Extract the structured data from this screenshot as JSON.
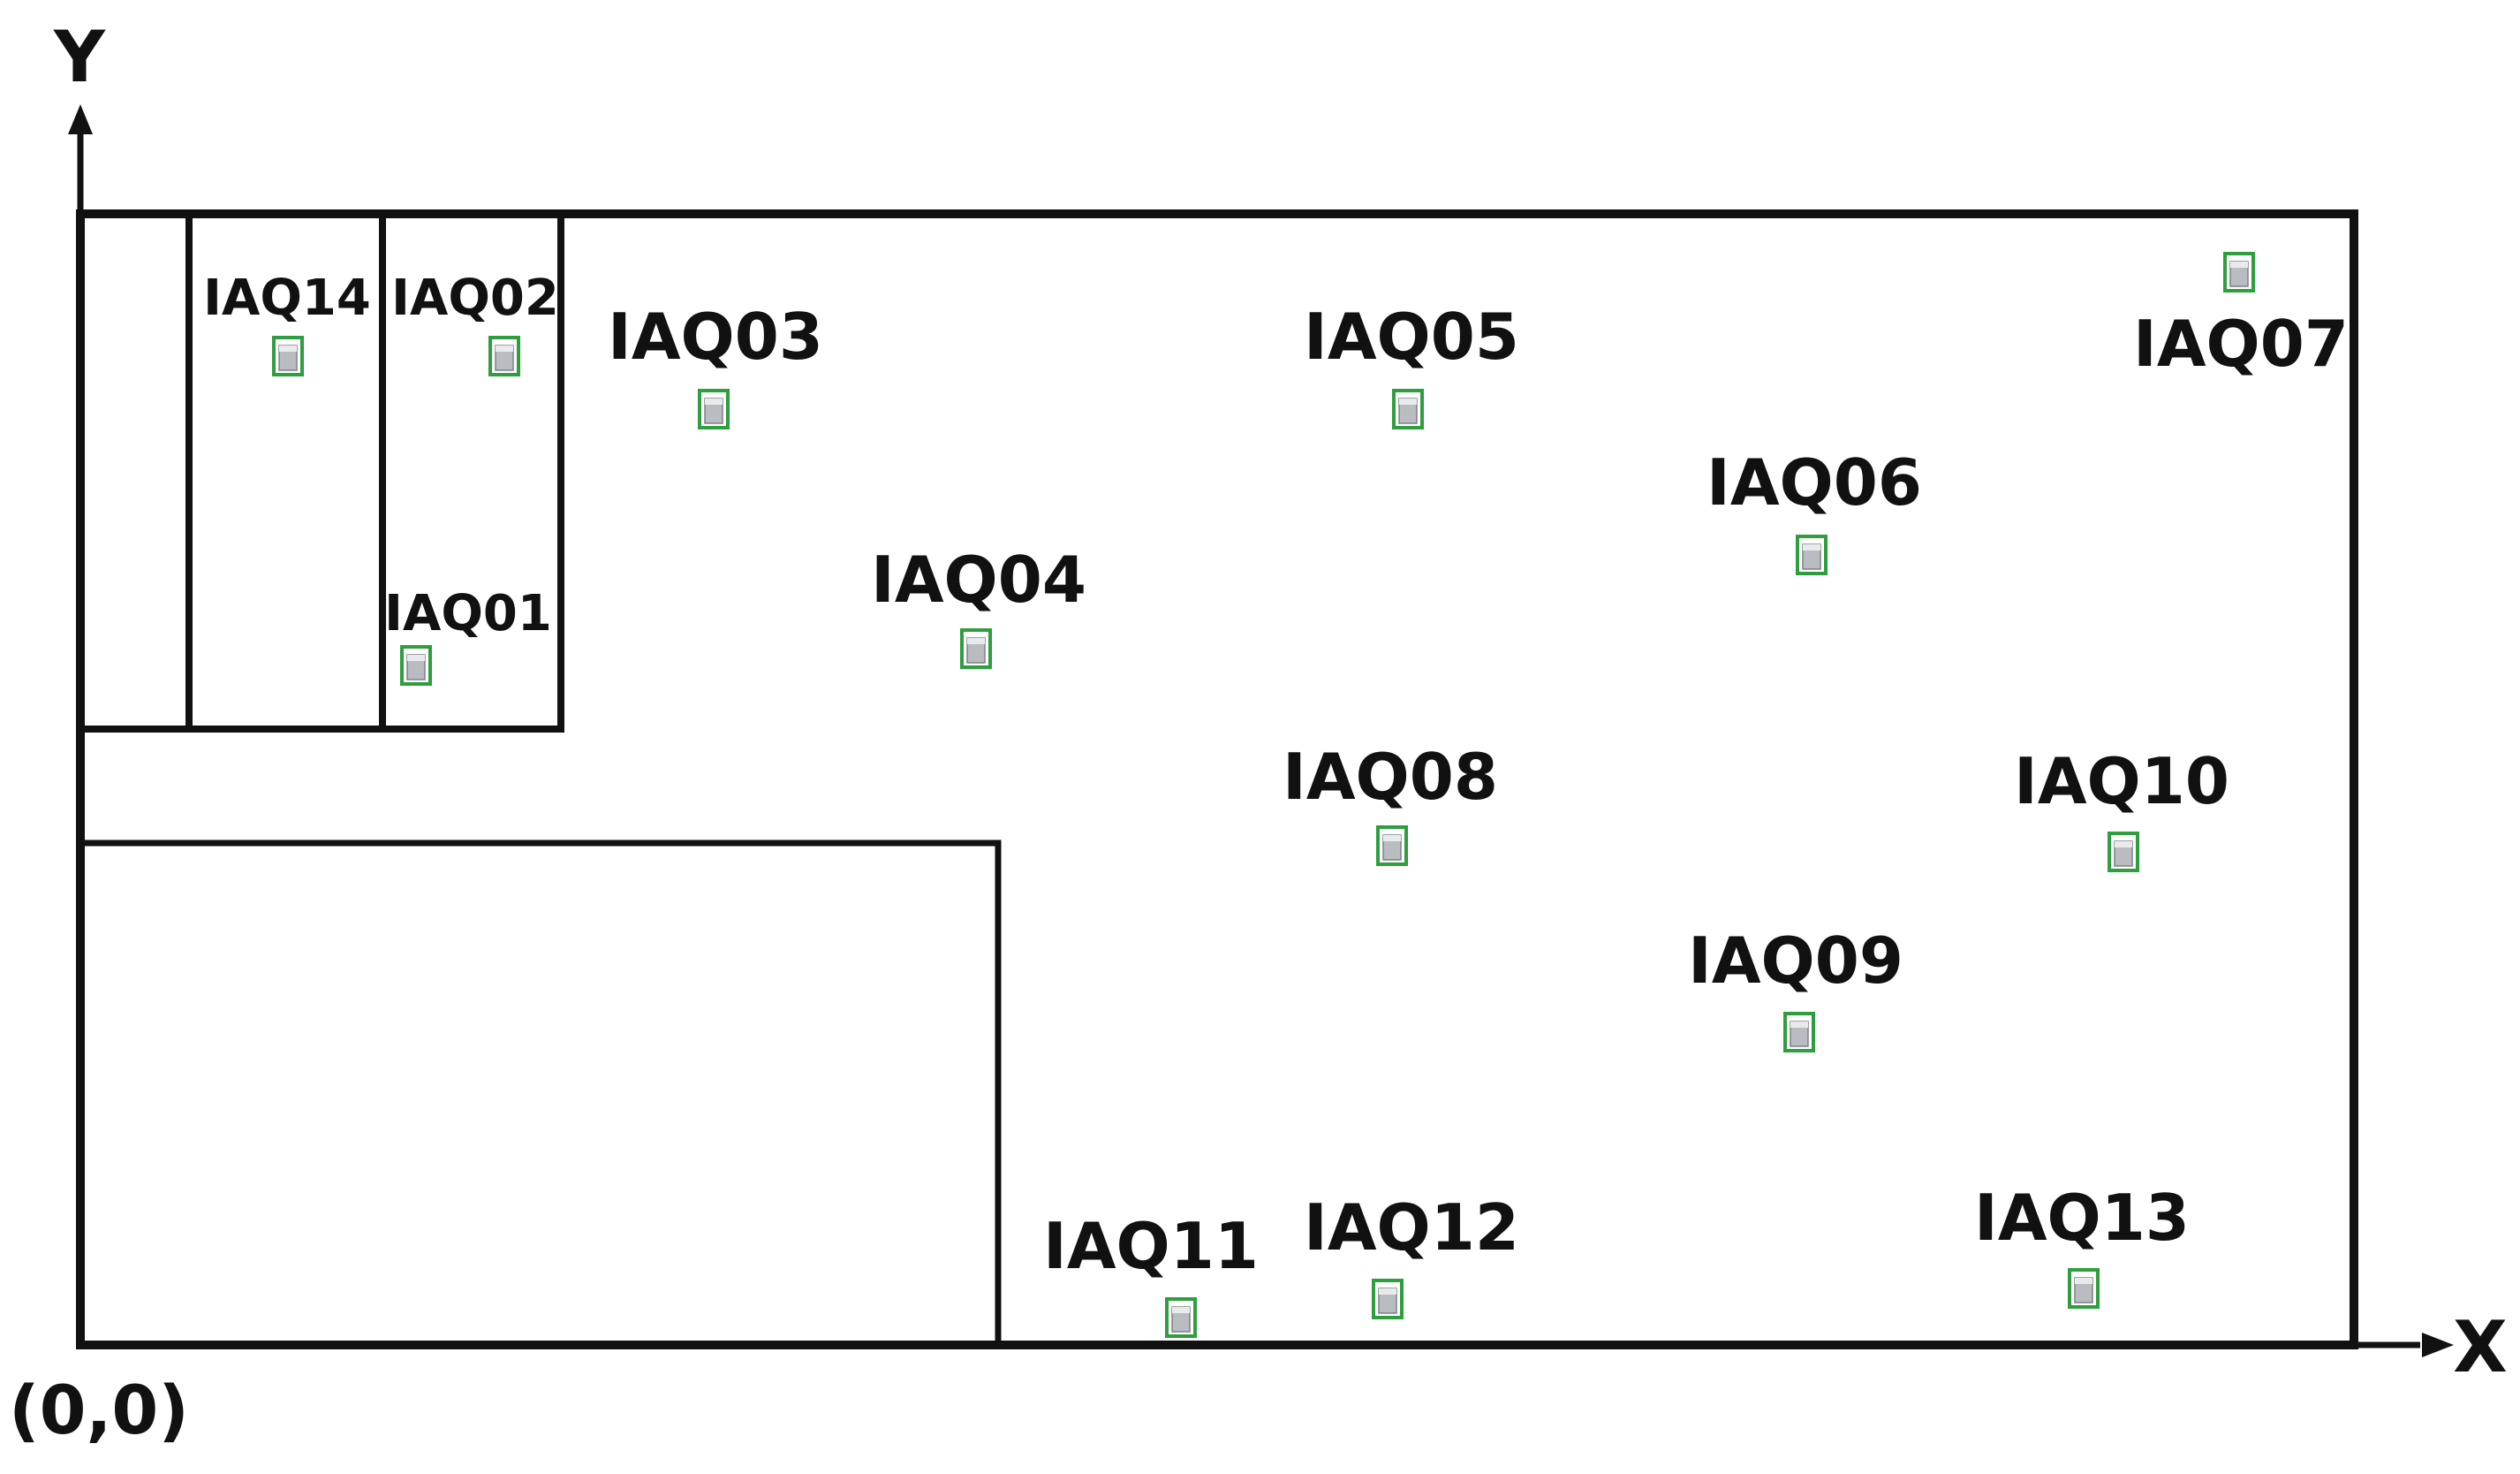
{
  "axes": {
    "y_label": "Y",
    "x_label": "X",
    "origin_label": "(0,0)"
  },
  "colors": {
    "wall": "#111111",
    "sensor_frame": "#2e9e3e",
    "sensor_body": "#b9bcc0"
  },
  "sensors": [
    {
      "id": "iaq01",
      "label": "IAQ01",
      "icon": "sensor-device-icon"
    },
    {
      "id": "iaq02",
      "label": "IAQ02",
      "icon": "sensor-device-icon"
    },
    {
      "id": "iaq03",
      "label": "IAQ03",
      "icon": "sensor-device-icon"
    },
    {
      "id": "iaq04",
      "label": "IAQ04",
      "icon": "sensor-device-icon"
    },
    {
      "id": "iaq05",
      "label": "IAQ05",
      "icon": "sensor-device-icon"
    },
    {
      "id": "iaq06",
      "label": "IAQ06",
      "icon": "sensor-device-icon"
    },
    {
      "id": "iaq07",
      "label": "IAQ07",
      "icon": "sensor-device-icon"
    },
    {
      "id": "iaq08",
      "label": "IAQ08",
      "icon": "sensor-device-icon"
    },
    {
      "id": "iaq09",
      "label": "IAQ09",
      "icon": "sensor-device-icon"
    },
    {
      "id": "iaq10",
      "label": "IAQ10",
      "icon": "sensor-device-icon"
    },
    {
      "id": "iaq11",
      "label": "IAQ11",
      "icon": "sensor-device-icon"
    },
    {
      "id": "iaq12",
      "label": "IAQ12",
      "icon": "sensor-device-icon"
    },
    {
      "id": "iaq13",
      "label": "IAQ13",
      "icon": "sensor-device-icon"
    },
    {
      "id": "iaq14",
      "label": "IAQ14",
      "icon": "sensor-device-icon"
    }
  ]
}
